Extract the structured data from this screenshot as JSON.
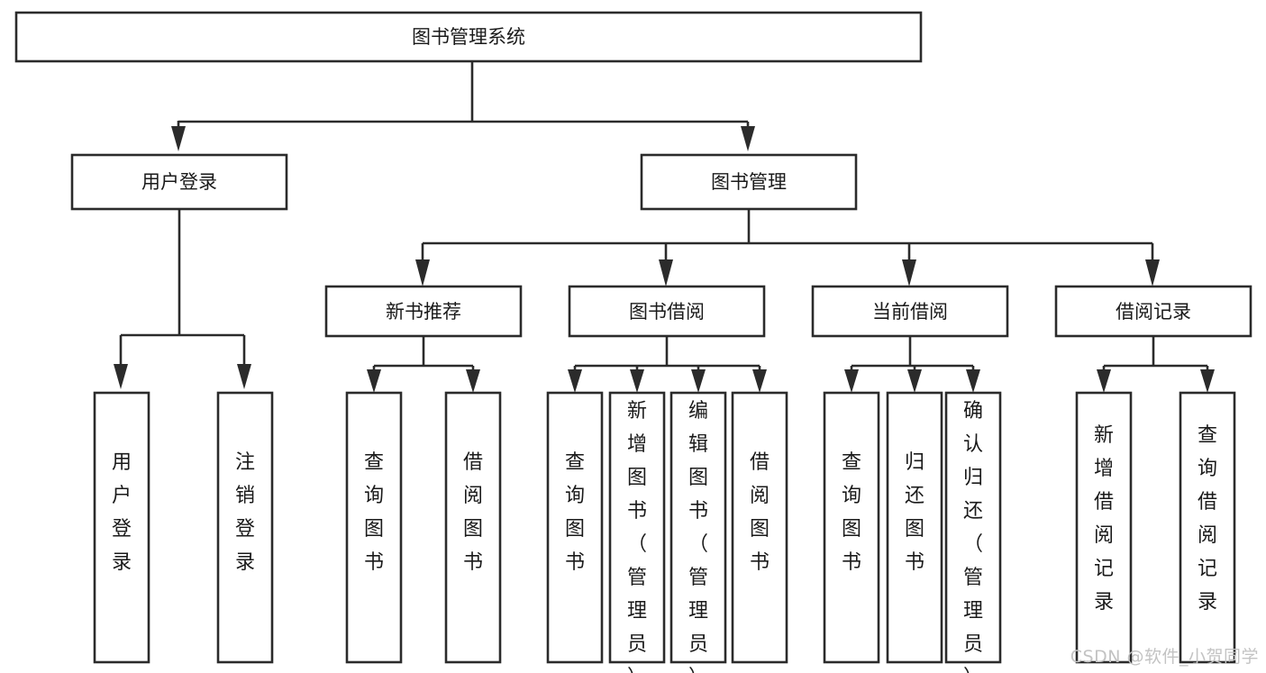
{
  "diagram": {
    "type": "tree-hierarchy-flowchart",
    "title": "图书管理系统",
    "watermark": "CSDN @软件_小贺同学",
    "colors": {
      "stroke": "#2b2b2b",
      "fill": "#ffffff",
      "text": "#1a1a1a",
      "watermark": "#c3c3c3",
      "background": "#ffffff"
    },
    "levels": {
      "root": {
        "label": "图书管理系统",
        "orientation": "horizontal"
      },
      "level2": [
        {
          "id": "user-login",
          "label": "用户登录",
          "orientation": "horizontal"
        },
        {
          "id": "book-management",
          "label": "图书管理",
          "orientation": "horizontal"
        }
      ],
      "level3": [
        {
          "id": "new-book-recommend",
          "label": "新书推荐",
          "orientation": "horizontal",
          "parent": "book-management"
        },
        {
          "id": "book-borrow",
          "label": "图书借阅",
          "orientation": "horizontal",
          "parent": "book-management"
        },
        {
          "id": "current-borrow",
          "label": "当前借阅",
          "orientation": "horizontal",
          "parent": "book-management"
        },
        {
          "id": "borrow-record",
          "label": "借阅记录",
          "orientation": "horizontal",
          "parent": "book-management"
        }
      ],
      "leaves": [
        {
          "id": "leaf-user-login",
          "label": "用户登录",
          "orientation": "vertical",
          "parent": "user-login"
        },
        {
          "id": "leaf-logout-login",
          "label": "注销登录",
          "orientation": "vertical",
          "parent": "user-login"
        },
        {
          "id": "leaf-query-book-1",
          "label": "查询图书",
          "orientation": "vertical",
          "parent": "new-book-recommend"
        },
        {
          "id": "leaf-borrow-book-1",
          "label": "借阅图书",
          "orientation": "vertical",
          "parent": "new-book-recommend"
        },
        {
          "id": "leaf-query-book-2",
          "label": "查询图书",
          "orientation": "vertical",
          "parent": "book-borrow"
        },
        {
          "id": "leaf-add-book",
          "label": "新增图书（管理员）",
          "orientation": "vertical",
          "parent": "book-borrow"
        },
        {
          "id": "leaf-edit-book",
          "label": "编辑图书（管理员）",
          "orientation": "vertical",
          "parent": "book-borrow"
        },
        {
          "id": "leaf-borrow-book-2",
          "label": "借阅图书",
          "orientation": "vertical",
          "parent": "book-borrow"
        },
        {
          "id": "leaf-query-book-3",
          "label": "查询图书",
          "orientation": "vertical",
          "parent": "current-borrow"
        },
        {
          "id": "leaf-return-book",
          "label": "归还图书",
          "orientation": "vertical",
          "parent": "current-borrow"
        },
        {
          "id": "leaf-confirm-return",
          "label": "确认归还（管理员）",
          "orientation": "vertical",
          "parent": "current-borrow"
        },
        {
          "id": "leaf-add-record",
          "label": "新增借阅记录",
          "orientation": "vertical",
          "parent": "borrow-record"
        },
        {
          "id": "leaf-query-record",
          "label": "查询借阅记录",
          "orientation": "vertical",
          "parent": "borrow-record"
        }
      ]
    }
  }
}
